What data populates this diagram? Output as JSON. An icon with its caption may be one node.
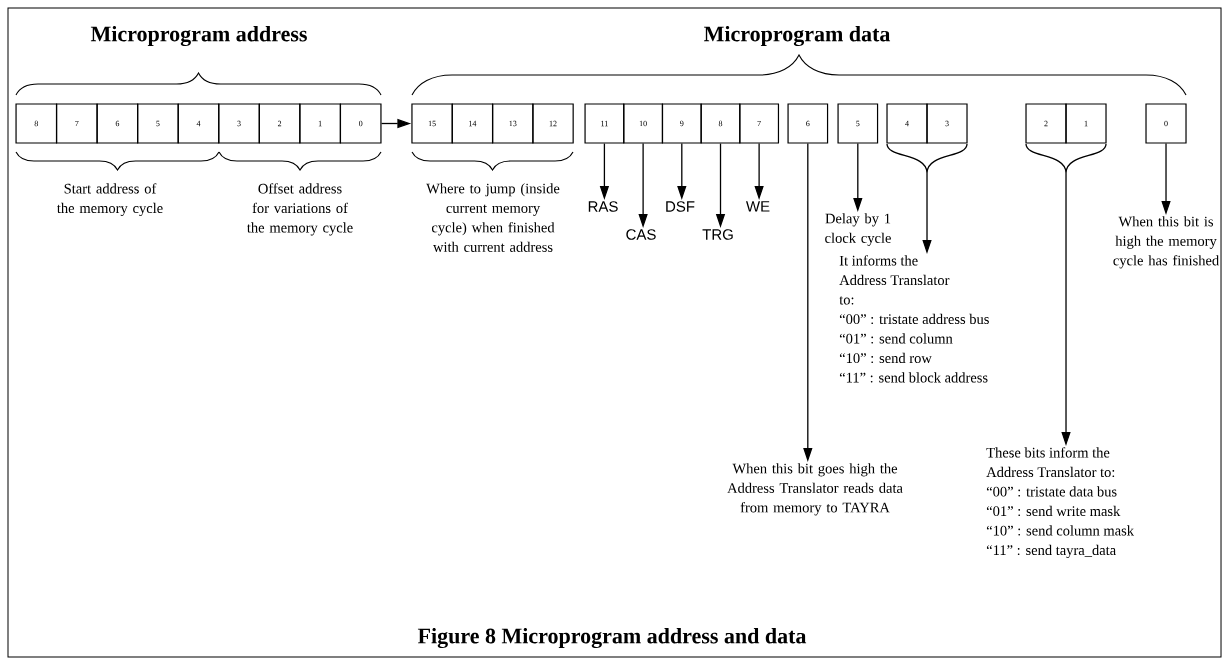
{
  "diagram": {
    "caption": "Figure 8 Microprogram address and data",
    "nodes": [
      {
        "text": [
          "8"
        ]
      },
      {
        "text": [
          "7"
        ]
      },
      {
        "text": [
          "6"
        ]
      },
      {
        "text": [
          "5"
        ]
      },
      {
        "text": [
          "4"
        ]
      },
      {
        "text": [
          "3"
        ]
      },
      {
        "text": [
          "2"
        ]
      },
      {
        "text": [
          "1"
        ]
      },
      {
        "text": [
          "0"
        ]
      },
      {
        "text": [
          "15"
        ]
      },
      {
        "text": [
          "14"
        ]
      },
      {
        "text": [
          "13"
        ]
      },
      {
        "text": [
          "12"
        ]
      },
      {
        "text": [
          "11"
        ]
      },
      {
        "text": [
          "10"
        ]
      },
      {
        "text": [
          "9"
        ]
      },
      {
        "text": [
          "8"
        ]
      },
      {
        "text": [
          "7"
        ]
      },
      {
        "text": [
          "6"
        ]
      },
      {
        "text": [
          "5"
        ]
      },
      {
        "text": [
          "4"
        ]
      },
      {
        "text": [
          "3"
        ]
      },
      {
        "text": [
          "2"
        ]
      },
      {
        "text": [
          "1"
        ]
      },
      {
        "text": [
          "0"
        ]
      },
      {
        "text": [
          "RAS"
        ]
      },
      {
        "text": [
          "CAS"
        ]
      },
      {
        "text": [
          "DSF"
        ]
      },
      {
        "text": [
          "TRG"
        ]
      },
      {
        "text": [
          "WE"
        ]
      },
      {
        "text": [
          "Delay by 1 clock cycle"
        ]
      },
      {
        "text": [
          "It informs the Address Translator to:",
          "“00” : tristate address bus",
          "“01” : send column",
          "“10” : send row",
          "“11” : send block address"
        ]
      },
      {
        "text": [
          "When this bit goes high the Address Translator reads data from memory to TAYRA"
        ]
      },
      {
        "text": [
          "These bits inform the Address Translator to:",
          "“00” : tristate data bus",
          "“01” : send write mask",
          "“10” : send column mask",
          "“11” : send tayra_data"
        ]
      },
      {
        "text": [
          "When this bit is high the memory cycle has finished"
        ]
      }
    ],
    "edges": [
      {
        "from": 8,
        "to": 9,
        "arrow": "to"
      },
      {
        "from": 13,
        "to": 25,
        "arrow": "to"
      },
      {
        "from": 14,
        "to": 26,
        "arrow": "to"
      },
      {
        "from": 15,
        "to": 27,
        "arrow": "to"
      },
      {
        "from": 16,
        "to": 28,
        "arrow": "to"
      },
      {
        "from": 17,
        "to": 29,
        "arrow": "to"
      },
      {
        "from": 18,
        "to": 32,
        "arrow": "to"
      },
      {
        "from": 19,
        "to": 30,
        "arrow": "to"
      },
      {
        "from": 20,
        "to": 31,
        "arrow": "to"
      },
      {
        "from": 21,
        "to": 31,
        "arrow": "to"
      },
      {
        "from": 22,
        "to": 33,
        "arrow": "to"
      },
      {
        "from": 23,
        "to": 33,
        "arrow": "to"
      },
      {
        "from": 24,
        "to": 34,
        "arrow": "to"
      }
    ],
    "labels": [
      "Microprogram address",
      "Microprogram data",
      "Start address of the memory cycle",
      "Offset address for variations of the memory cycle",
      "Where to jump (inside current memory cycle) when finished with current address"
    ]
  }
}
